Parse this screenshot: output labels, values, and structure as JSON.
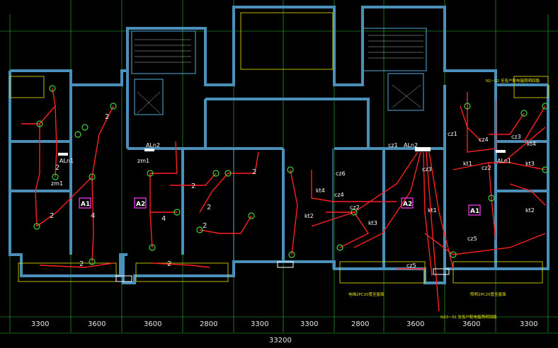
{
  "dimensions": {
    "segments": [
      "3300",
      "3600",
      "3600",
      "2800",
      "3300",
      "3300",
      "2800",
      "3600",
      "3600",
      "3300"
    ],
    "total": "33200"
  },
  "unit_boxes": [
    "A1",
    "A2",
    "A2",
    "A1"
  ],
  "panel_labels": [
    "ALn2",
    "ALn2",
    "ALn1",
    "ALn1"
  ],
  "circuit_numbers": {
    "left_unit_a": [
      "2",
      "2",
      "4",
      "2"
    ],
    "left_unit_b": [
      "2",
      "4",
      "2"
    ],
    "center": [
      "2",
      "2",
      "2",
      "2"
    ]
  },
  "circuit_tags": {
    "left": [
      "zm1",
      "zm1"
    ],
    "right": [
      "kt4",
      "cz6",
      "cz4",
      "kt2",
      "cz2",
      "kt3",
      "cz5",
      "cz3",
      "kt1",
      "cz1",
      "cz1",
      "cz4",
      "cz3",
      "kt4",
      "kt1",
      "cz2",
      "kt3",
      "kt2",
      "cz5"
    ]
  },
  "notes": [
    "电梯2PC20管至屋面",
    "照明2PC20管至屋面",
    "N23~31 至各户配电箱照明回路",
    "N1~22 至各户配电箱照明回路"
  ],
  "colors": {
    "background": "#000000",
    "wall": "#4a90b8",
    "wiring": "#ff2020",
    "fixture": "#40d040",
    "grid": "#30c030",
    "text": "#e6e6e6",
    "annotation": "#e8e800"
  }
}
